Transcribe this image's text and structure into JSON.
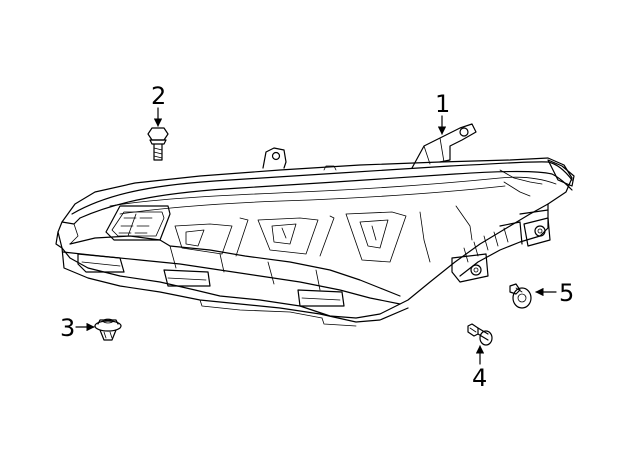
{
  "callouts": [
    {
      "id": "1",
      "label": "1"
    },
    {
      "id": "2",
      "label": "2"
    },
    {
      "id": "3",
      "label": "3"
    },
    {
      "id": "4",
      "label": "4"
    },
    {
      "id": "5",
      "label": "5"
    }
  ],
  "colors": {
    "stroke": "#000000",
    "background": "#ffffff"
  }
}
